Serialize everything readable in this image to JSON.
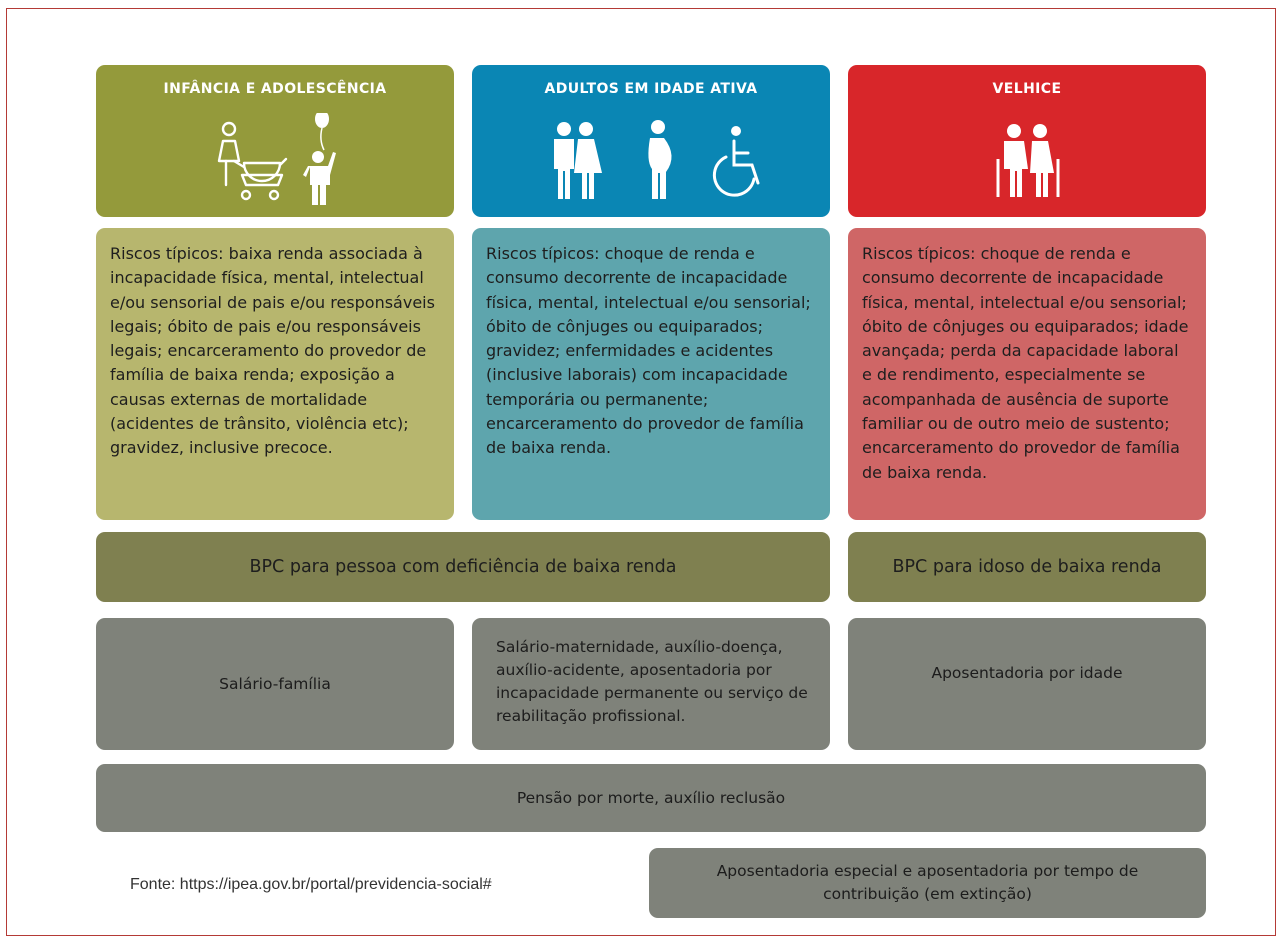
{
  "columns": [
    {
      "title": "INFÂNCIA E ADOLESCÊNCIA",
      "color": "#949a3b",
      "risk_color": "#b7b66e",
      "icons": [
        "caregiver-with-stroller-icon",
        "child-with-balloon-icon"
      ],
      "risks": "Riscos típicos: baixa renda associada à incapacidade física, mental, intelectual e/ou sensorial de pais e/ou responsáveis legais; óbito de pais e/ou responsáveis legais; encarceramento do provedor de família de baixa renda; exposição a causas externas de mortalidade (acidentes de trânsito, violência etc); gravidez, inclusive precoce."
    },
    {
      "title": "ADULTOS EM IDADE ATIVA",
      "color": "#0a86b4",
      "risk_color": "#5ea5ad",
      "icons": [
        "man-and-woman-icon",
        "pregnant-woman-icon",
        "wheelchair-user-icon"
      ],
      "risks": "Riscos típicos: choque de renda e consumo decorrente de incapacidade física, mental, intelectual e/ou sensorial; óbito de cônjuges ou equiparados; gravidez; enfermidades e acidentes (inclusive laborais) com incapacidade temporária ou permanente; encarceramento do provedor de família de baixa renda."
    },
    {
      "title": "VELHICE",
      "color": "#d8262a",
      "risk_color": "#cf6666",
      "icons": [
        "elderly-couple-icon"
      ],
      "risks": "Riscos típicos: choque de renda e consumo decorrente de incapacidade física, mental, intelectual e/ou sensorial; óbito de cônjuges ou equiparados; idade avançada; perda da capacidade laboral e de rendimento, especialmente se acompanhada de ausência de suporte familiar ou de outro meio de sustento; encarceramento do provedor de família de baixa renda."
    }
  ],
  "bpc": {
    "deficiencia": "BPC para pessoa com deficiência de baixa renda",
    "idoso": "BPC para idoso de baixa renda"
  },
  "benefits": {
    "salario_familia": "Salário-família",
    "adultos": "Salário-maternidade, auxílio-doença, auxílio-acidente, aposentadoria por incapacidade permanente ou serviço de reabilitação profissional.",
    "idade": "Aposentadoria por idade",
    "pensao": "Pensão por morte, auxílio reclusão",
    "especial": "Aposentadoria especial e aposentadoria por tempo de contribuição (em extinção)"
  },
  "source": "Fonte: https://ipea.gov.br/portal/previdencia-social#"
}
